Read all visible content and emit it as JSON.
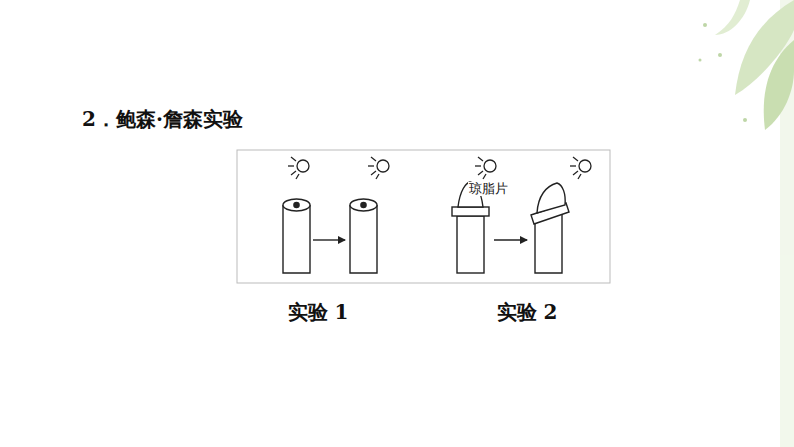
{
  "diagram": {
    "title": "2．鲍森·詹森实验",
    "labels": [
      "琼脂片",
      "实验 1",
      "实验 2"
    ]
  }
}
